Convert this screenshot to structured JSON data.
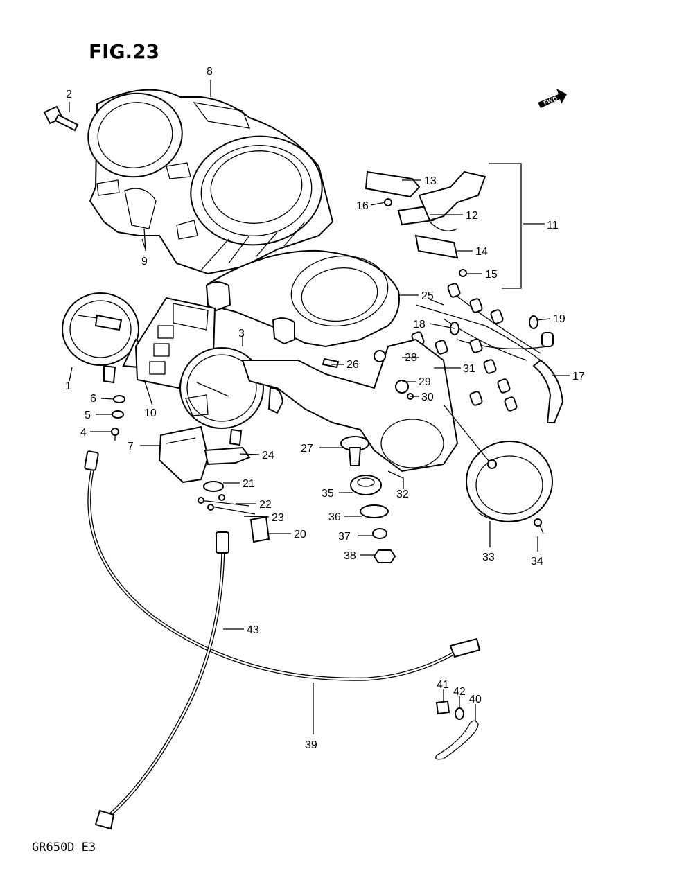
{
  "figure": {
    "title": "FIG.23",
    "model_code": "GR650D E3",
    "fwd_label": "FWD"
  },
  "callouts": [
    {
      "id": "c1",
      "label": "1"
    },
    {
      "id": "c2",
      "label": "2"
    },
    {
      "id": "c3",
      "label": "3"
    },
    {
      "id": "c4",
      "label": "4"
    },
    {
      "id": "c5",
      "label": "5"
    },
    {
      "id": "c6",
      "label": "6"
    },
    {
      "id": "c7",
      "label": "7"
    },
    {
      "id": "c8",
      "label": "8"
    },
    {
      "id": "c9",
      "label": "9"
    },
    {
      "id": "c10",
      "label": "10"
    },
    {
      "id": "c11",
      "label": "11"
    },
    {
      "id": "c12",
      "label": "12"
    },
    {
      "id": "c13",
      "label": "13"
    },
    {
      "id": "c14",
      "label": "14"
    },
    {
      "id": "c15",
      "label": "15"
    },
    {
      "id": "c16",
      "label": "16"
    },
    {
      "id": "c17",
      "label": "17"
    },
    {
      "id": "c18",
      "label": "18"
    },
    {
      "id": "c19",
      "label": "19"
    },
    {
      "id": "c20",
      "label": "20"
    },
    {
      "id": "c21",
      "label": "21"
    },
    {
      "id": "c22",
      "label": "22"
    },
    {
      "id": "c23",
      "label": "23"
    },
    {
      "id": "c24",
      "label": "24"
    },
    {
      "id": "c25",
      "label": "25"
    },
    {
      "id": "c26",
      "label": "26"
    },
    {
      "id": "c27",
      "label": "27"
    },
    {
      "id": "c28",
      "label": "28"
    },
    {
      "id": "c29",
      "label": "29"
    },
    {
      "id": "c30",
      "label": "30"
    },
    {
      "id": "c31",
      "label": "31"
    },
    {
      "id": "c32",
      "label": "32"
    },
    {
      "id": "c33",
      "label": "33"
    },
    {
      "id": "c34",
      "label": "34"
    },
    {
      "id": "c35",
      "label": "35"
    },
    {
      "id": "c36",
      "label": "36"
    },
    {
      "id": "c37",
      "label": "37"
    },
    {
      "id": "c38",
      "label": "38"
    },
    {
      "id": "c39",
      "label": "39"
    },
    {
      "id": "c40",
      "label": "40"
    },
    {
      "id": "c41",
      "label": "41"
    },
    {
      "id": "c42",
      "label": "42"
    },
    {
      "id": "c43",
      "label": "43"
    }
  ]
}
